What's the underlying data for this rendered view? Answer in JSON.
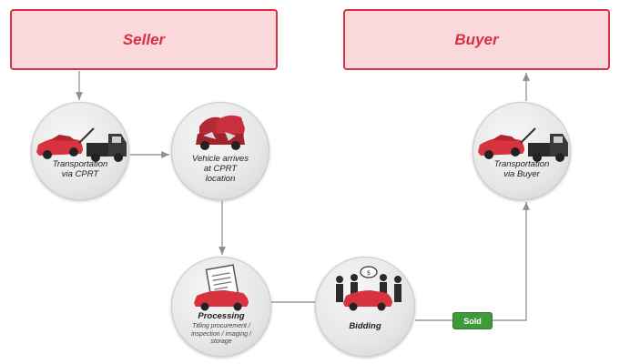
{
  "seller": {
    "label": "Seller"
  },
  "buyer": {
    "label": "Buyer"
  },
  "steps": [
    {
      "label": "Transportation\nvia CPRT",
      "icon": "tow-truck-icon"
    },
    {
      "label": "Vehicle arrives\nat CPRT\nlocation",
      "icon": "wrecked-cars-icon"
    },
    {
      "label": "Processing",
      "sublabel": "Titling procurement /\ninspection / imaging /\nstorage",
      "icon": "document-car-icon"
    },
    {
      "label": "Bidding",
      "icon": "bidders-car-icon"
    },
    {
      "label": "Transportation\nvia Buyer",
      "icon": "tow-truck-icon"
    }
  ],
  "sold": {
    "label": "Sold"
  },
  "colors": {
    "accent_red": "#d9323f",
    "box_fill": "#fbd8dc",
    "sold_green": "#3f9a3b",
    "connector_gray": "#9a9a9a"
  }
}
